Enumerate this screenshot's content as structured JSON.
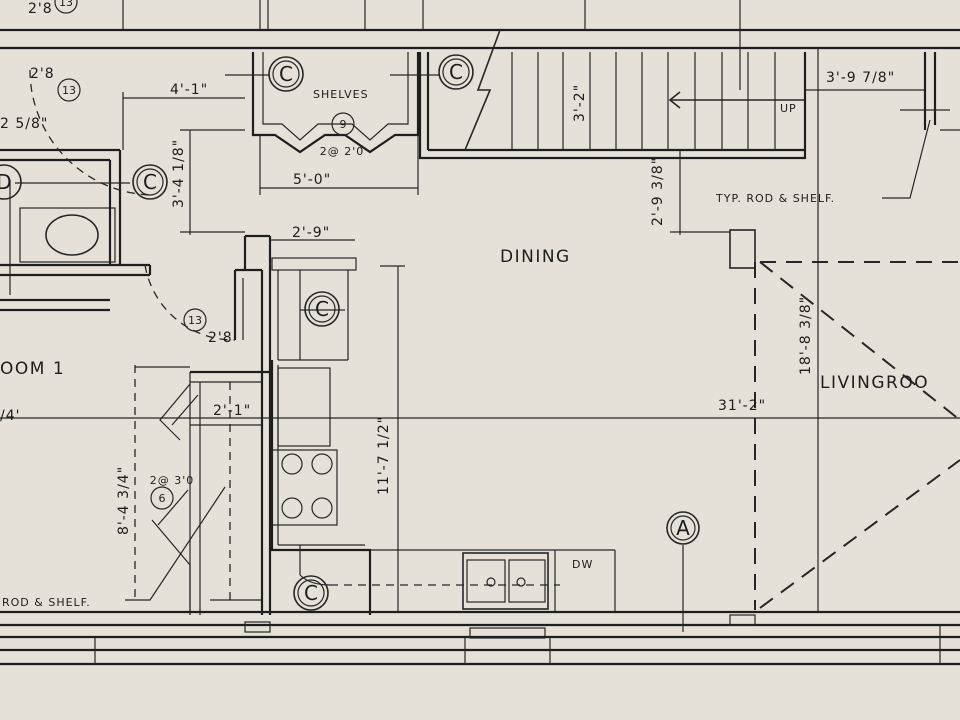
{
  "rooms": {
    "dining": "DINING",
    "living": "LIVINGROO",
    "room1": "OOM 1"
  },
  "labels": {
    "shelves": "SHELVES",
    "up": "UP",
    "typ_rod_shelf": "TYP. ROD & SHELF.",
    "rod_shelf": "ROD & SHELF.",
    "dw": "DW"
  },
  "dimensions": {
    "d_4_1": "4'-1\"",
    "d_5_0": "5'-0\"",
    "d_3_4_18": "3'-4 1/8\"",
    "d_3_2": "3'-2\"",
    "d_3_9_78": "3'-9 7/8\"",
    "d_2_9_38": "2'-9 3/8\"",
    "d_2_9": "2'-9\"",
    "d_18_8_38": "18'-8 3/8\"",
    "d_31_2": "31'-2\"",
    "d_11_7_12": "11'-7 1/2\"",
    "d_2_1": "2'-1\"",
    "d_8_4_34": "8'-4 3/4\"",
    "d_2_5_8": "2 5/8\"",
    "d_4_partial": "/4'",
    "d_2_8_a": "2'8",
    "d_2_8_b": "2'8",
    "d_2_8_c": "2'8"
  },
  "tags": {
    "closet": "C",
    "closet_d": "D",
    "section": "A",
    "door_9": "9",
    "door_9_spec": "2@ 2'0",
    "door_6": "6",
    "door_6_spec": "2@ 3'0",
    "door_13_a": "13",
    "door_13_b": "13",
    "door_13_c": "13"
  }
}
